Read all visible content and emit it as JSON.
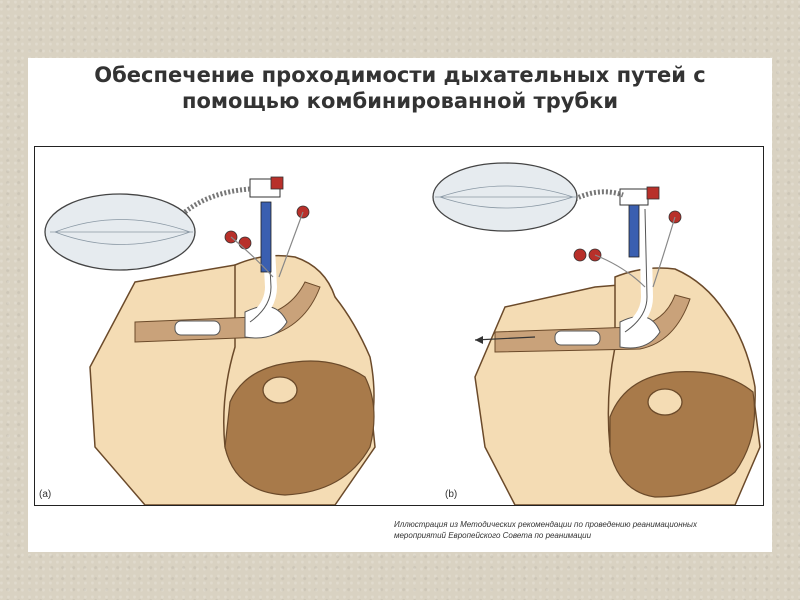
{
  "title": {
    "line1": "Обеспечение проходимости дыхательных путей с",
    "line2": "помощью комбинированной трубки"
  },
  "panels": [
    {
      "label": "(a)"
    },
    {
      "label": "(b)"
    }
  ],
  "caption": {
    "line1": "Иллюстрация из Методических рекомендации по проведению реанимационных",
    "line2": "мероприятий Европейского Совета по реанимации"
  },
  "colors": {
    "skin": "#f4dcb4",
    "hair": "#a87a4a",
    "airway": "#c9a27a",
    "tube_blue": "#3a5fb0",
    "valve_red": "#b8302a",
    "bag": "#e6ebef"
  }
}
